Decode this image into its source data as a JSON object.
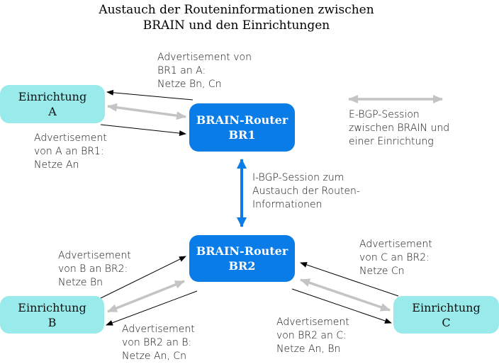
{
  "title": {
    "line1": "Austauch der Routeninformationen zwischen",
    "line2": "BRAIN und den Einrichtungen"
  },
  "nodes": {
    "facility_a": {
      "line1": "Einrichtung",
      "line2": "A"
    },
    "facility_b": {
      "line1": "Einrichtung",
      "line2": "B"
    },
    "facility_c": {
      "line1": "Einrichtung",
      "line2": "C"
    },
    "router_br1": {
      "line1": "BRAIN-Router",
      "line2": "BR1"
    },
    "router_br2": {
      "line1": "BRAIN-Router",
      "line2": "BR2"
    }
  },
  "labels": {
    "br1_to_a": [
      "Advertisement von",
      "BR1 an A:",
      "Netze Bn, Cn"
    ],
    "a_to_br1": [
      "Advertisement",
      "von A an BR1:",
      "Netze An"
    ],
    "b_to_br2": [
      "Advertisement",
      "von B an BR2:",
      "Netze Bn"
    ],
    "br2_to_b": [
      "Advertisement",
      "von BR2 an B:",
      "Netze An, Cn"
    ],
    "c_to_br2": [
      "Advertisement",
      "von C an BR2:",
      "Netze Cn"
    ],
    "br2_to_c": [
      "Advertisement",
      "von BR2 an C:",
      "Netze An, Bn"
    ],
    "ibgp": [
      "I-BGP-Session zum",
      "Austauch der Routen-",
      "Informationen"
    ]
  },
  "legend": {
    "ebgp": [
      "E-BGP-Session",
      "zwischen BRAIN und",
      "einer Einrichtung"
    ]
  },
  "colors": {
    "router": "#0a7ce8",
    "facility": "#99ebeb",
    "ebgp_arrow": "#c4c4c4",
    "ibgp_arrow": "#0a7ce8",
    "advert_arrow": "#000000"
  }
}
